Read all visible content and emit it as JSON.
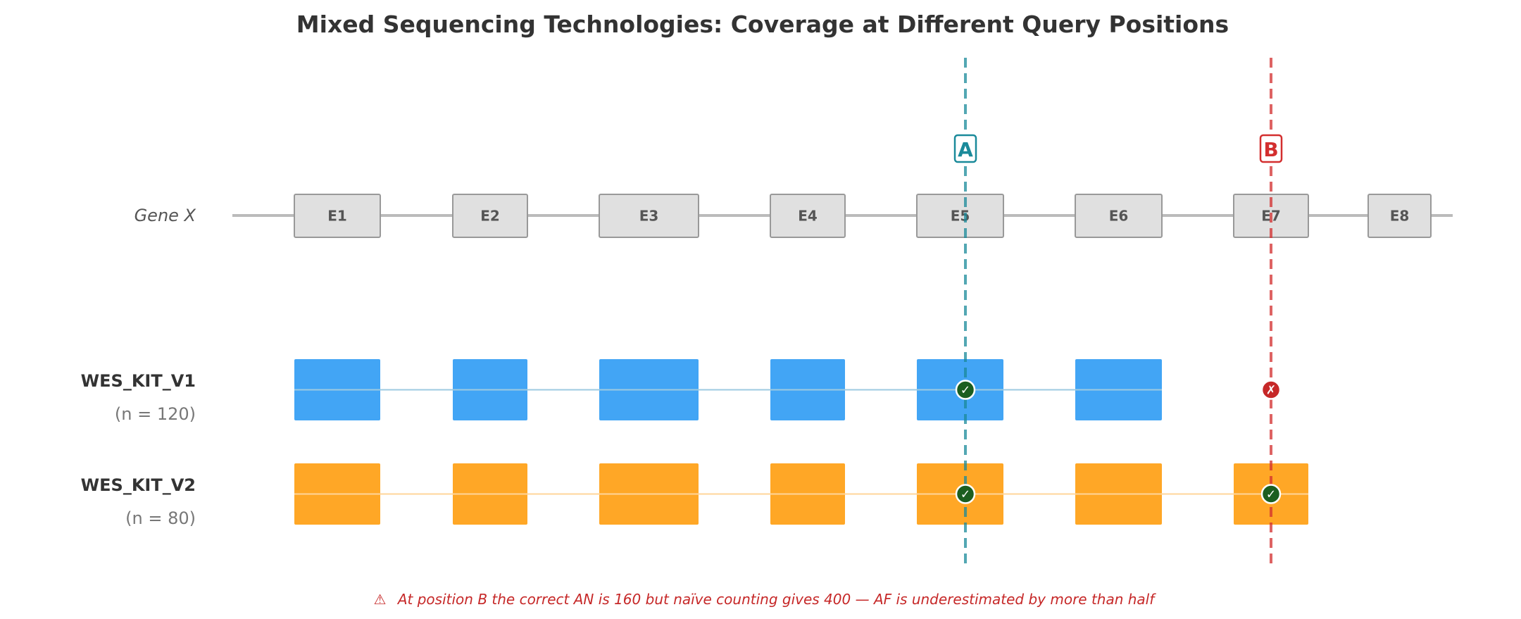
{
  "title": "Mixed Sequencing Technologies: Coverage at Different Query Positions",
  "gene": {
    "label": "Gene X"
  },
  "exons": [
    "E1",
    "E2",
    "E3",
    "E4",
    "E5",
    "E6",
    "E7",
    "E8"
  ],
  "kits": [
    {
      "name": "WES_KIT_V1",
      "n_label": "(n = 120)",
      "color": "#42a5f5",
      "line_color": "#9ecae1",
      "covered_exons": [
        "E1",
        "E2",
        "E3",
        "E4",
        "E5",
        "E6"
      ]
    },
    {
      "name": "WES_KIT_V2",
      "n_label": "(n = 80)",
      "color": "#ffa726",
      "line_color": "#ffd59a",
      "covered_exons": [
        "E1",
        "E2",
        "E3",
        "E4",
        "E5",
        "E6",
        "E7"
      ]
    }
  ],
  "query_positions": [
    {
      "label": "A",
      "color": "#1a8a9a",
      "exon": "E5",
      "kit_status": [
        {
          "kit": "WES_KIT_V1",
          "covered": true,
          "glyph": "✓"
        },
        {
          "kit": "WES_KIT_V2",
          "covered": true,
          "glyph": "✓"
        }
      ]
    },
    {
      "label": "B",
      "color": "#d32f2f",
      "exon": "E7",
      "kit_status": [
        {
          "kit": "WES_KIT_V1",
          "covered": false,
          "glyph": "✗"
        },
        {
          "kit": "WES_KIT_V2",
          "covered": true,
          "glyph": "✓"
        }
      ]
    }
  ],
  "status_colors": {
    "covered": "#1b5e20",
    "not_covered": "#c62828"
  },
  "warning": {
    "icon": "⚠",
    "text": "At position B the correct AN is 160 but naïve counting gives 400 — AF is underestimated by more than half"
  }
}
